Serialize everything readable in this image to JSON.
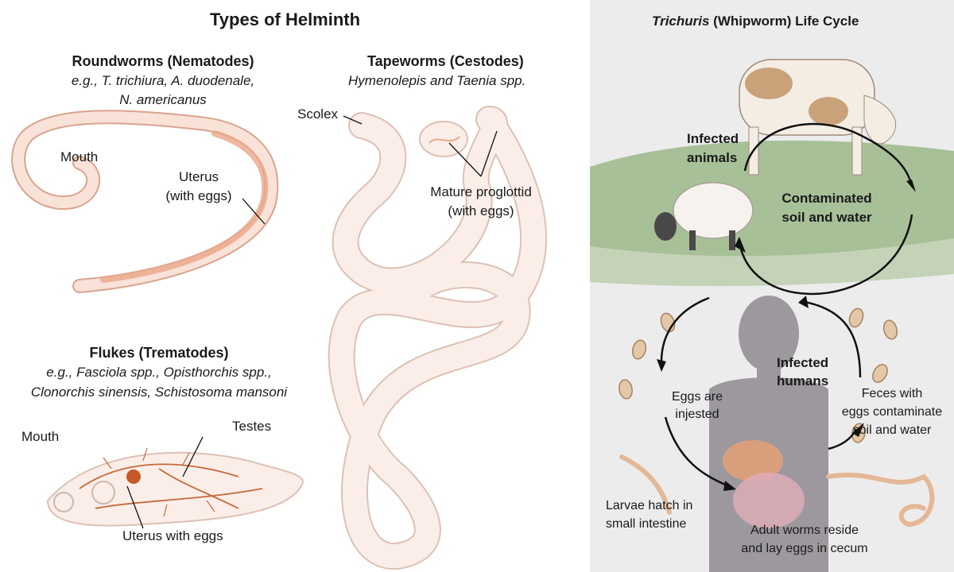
{
  "left": {
    "title": "Types of Helminth",
    "roundworms": {
      "heading": "Roundworms (Nematodes)",
      "examples_line1": "e.g., T. trichiura, A. duodenale,",
      "examples_line2": "N. americanus",
      "label_mouth": "Mouth",
      "label_uterus_1": "Uterus",
      "label_uterus_2": "(with eggs)"
    },
    "tapeworms": {
      "heading": "Tapeworms (Cestodes)",
      "examples": "Hymenolepis and Taenia spp.",
      "label_scolex": "Scolex",
      "label_proglottid_1": "Mature proglottid",
      "label_proglottid_2": "(with eggs)"
    },
    "flukes": {
      "heading": "Flukes (Trematodes)",
      "examples_line1": "e.g., Fasciola spp., Opisthorchis spp.,",
      "examples_line2": "Clonorchis sinensis, Schistosoma mansoni",
      "label_mouth": "Mouth",
      "label_testes": "Testes",
      "label_uterus": "Uterus with eggs"
    }
  },
  "right": {
    "title_italic": "Trichuris",
    "title_rest": " (Whipworm) Life Cycle",
    "infected_animals_1": "Infected",
    "infected_animals_2": "animals",
    "contaminated_1": "Contaminated",
    "contaminated_2": "soil and water",
    "infected_humans_1": "Infected",
    "infected_humans_2": "humans",
    "eggs_injested_1": "Eggs are",
    "eggs_injested_2": "injested",
    "feces_1": "Feces with",
    "feces_2": "eggs contaminate",
    "feces_3": "soil and water",
    "larvae_1": "Larvae hatch in",
    "larvae_2": "small intestine",
    "adult_1": "Adult worms reside",
    "adult_2": "and lay eggs in cecum"
  },
  "colors": {
    "worm_fill": "#f9e2d8",
    "worm_stroke": "#d9a48f",
    "uterus": "#e8a88a",
    "panel_bg": "#ececec",
    "grass": "#9cb98a",
    "human": "#8f8a91",
    "arrow": "#111111"
  }
}
